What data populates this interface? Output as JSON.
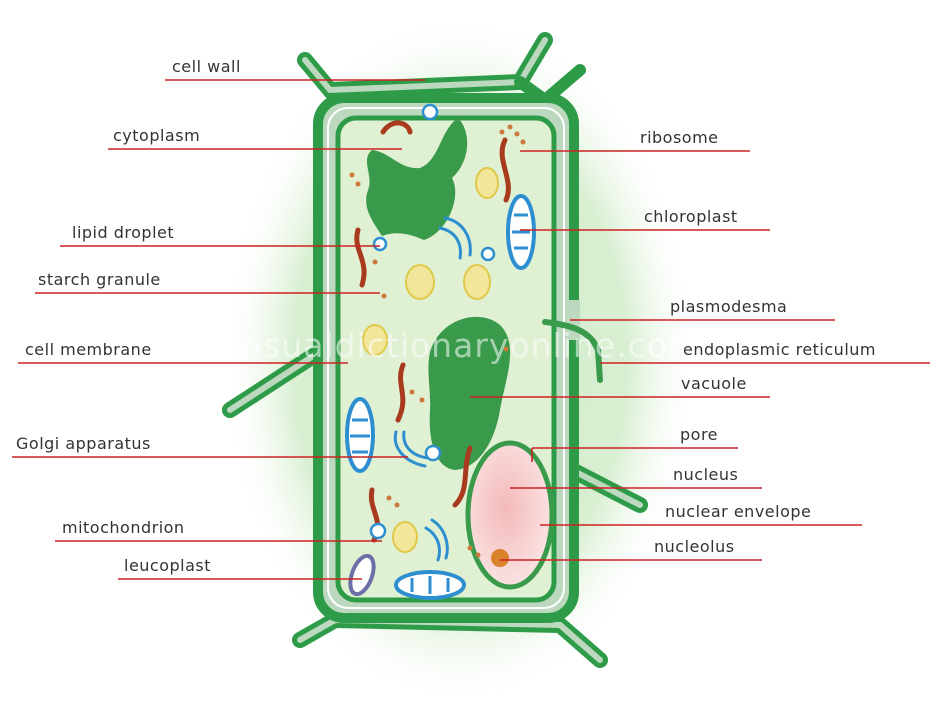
{
  "labels": {
    "cell_wall": "cell wall",
    "cytoplasm": "cytoplasm",
    "lipid_droplet": "lipid droplet",
    "starch_granule": "starch granule",
    "cell_membrane": "cell membrane",
    "golgi_apparatus": "Golgi apparatus",
    "mitochondrion": "mitochondrion",
    "leucoplast": "leucoplast",
    "ribosome": "ribosome",
    "chloroplast": "chloroplast",
    "plasmodesma": "plasmodesma",
    "endoplasmic_reticulum": "endoplasmic reticulum",
    "vacuole": "vacuole",
    "pore": "pore",
    "nucleus": "nucleus",
    "nuclear_envelope": "nuclear envelope",
    "nucleolus": "nucleolus"
  },
  "watermark": "www.visualdictionaryonline.com",
  "colors": {
    "wall_dark": "#2e9b48",
    "wall_light": "#bcd8bf",
    "cytoplasm": "#dff0d3",
    "organelle_green": "#3a9a4c",
    "leader_line": "#cc2222",
    "chloroplast": "#2e8fd0",
    "mitochondria": "#f2e69a",
    "er": "#a83a1e",
    "nucleus": "#f9dcdc"
  }
}
